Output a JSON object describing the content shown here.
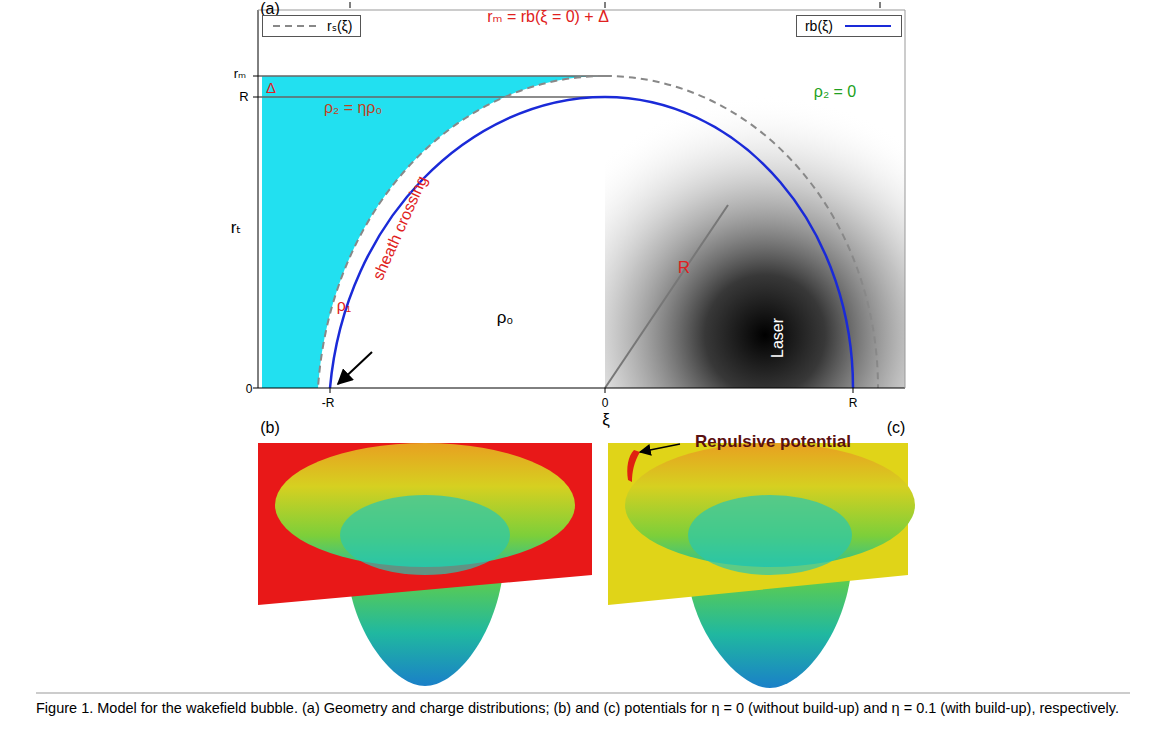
{
  "diagram": {
    "caption": "Figure 1. Model for the wakefield bubble. (a) Geometry and charge distributions; (b) and (c) potentials for η = 0 (without build-up) and η = 0.1 (with build-up), respectively.",
    "labels": [
      "(a)",
      "rₘ = rb(ξ = 0) + Δ",
      "rₘ",
      "R",
      "Δ",
      "ρ₂ = ηρ₀",
      "ρ₂ = 0",
      "rₜ",
      "R",
      "ρ₀",
      "sheath crossing",
      "ρ₁",
      "Laser",
      "0",
      "-R",
      "0",
      "R",
      "ξ",
      "(b)",
      "(c)",
      "Repulsive potential"
    ],
    "legend": [
      {
        "text": "rₛ(ξ)"
      },
      {
        "text": "rb(ξ)"
      }
    ]
  }
}
